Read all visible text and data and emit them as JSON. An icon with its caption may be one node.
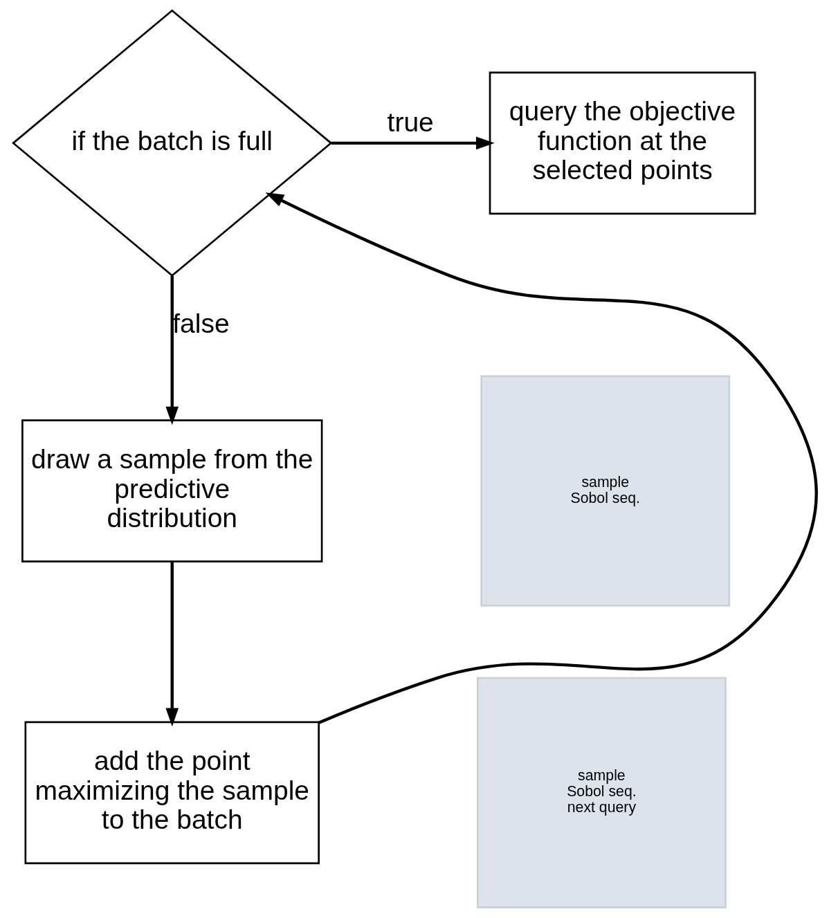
{
  "diagram": {
    "nodes": [
      {
        "text": [
          "if the batch is full"
        ]
      },
      {
        "text": [
          "query the objective function at the selected points"
        ]
      },
      {
        "text": [
          "draw a sample from the predictive distribution"
        ]
      },
      {
        "text": [
          "add the point maximizing the sample to the batch"
        ]
      },
      {
        "text": [
          "sample",
          "Sobol seq."
        ]
      },
      {
        "text": [
          "sample",
          "Sobol seq.",
          "next query"
        ]
      }
    ],
    "edges": [
      {
        "from": 0,
        "to": 1,
        "arrow": "to",
        "label": "true"
      },
      {
        "from": 0,
        "to": 2,
        "arrow": "to",
        "label": "false"
      },
      {
        "from": 2,
        "to": 3,
        "arrow": "to"
      },
      {
        "from": 3,
        "to": 0,
        "arrow": "to"
      }
    ]
  }
}
